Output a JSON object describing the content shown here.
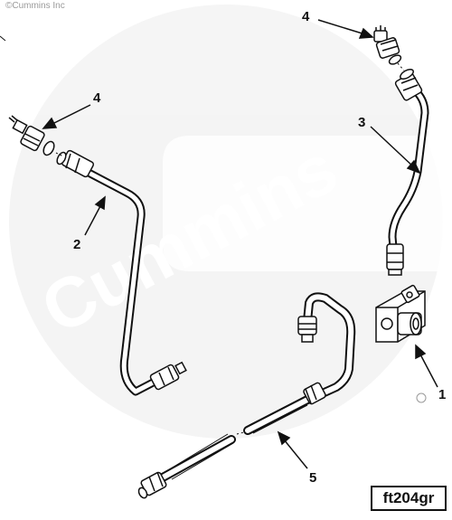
{
  "copyright": "©Cummins Inc",
  "watermark": "Cummins",
  "figure_id": "ft204gr",
  "callouts": {
    "c1": "1",
    "c2": "2",
    "c3": "3",
    "c4_right": "4",
    "c4_left": "4",
    "c5": "5"
  }
}
